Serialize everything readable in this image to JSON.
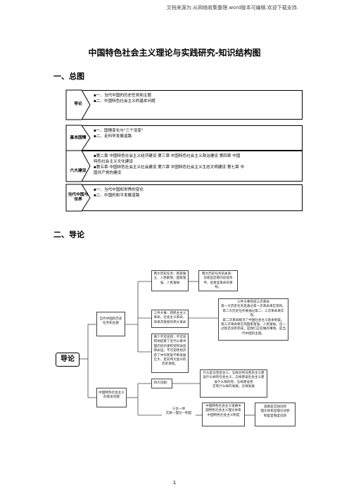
{
  "header_note": "文档来源为:从网络收集整理.word版本可编辑.欢迎下载支持.",
  "title": "中国特色社会主义理论与实践研究-知识结构图",
  "section1": "一、总图",
  "section2": "二、导论",
  "overview": [
    {
      "tag": "导论",
      "lines": [
        "▪一、当代中国的历史任务和主题",
        "▪二、中国特色社会主义的基本问题"
      ]
    },
    {
      "tag": "基本国情",
      "lines": [
        "▪一、国情变化与\"三个没变\"",
        "▪二、走科学发展道路"
      ]
    },
    {
      "tag": "六大建设",
      "lines": [
        "▪第二章 中国特色社会主义经济建设        第三章 中国特色社会主义政治建设        第四章 中国",
        "  特色社会主义文化建设",
        "▪第五章 中国特色社会主义社会建设        第六章 中国特色社会主义生态文明建设        第七章 中",
        "  国共产党的建设"
      ]
    },
    {
      "tag": "当代中国与世界",
      "lines": [
        "▪一、当代中国和世界的变化",
        "▪二、中国的和平发展道路"
      ]
    }
  ],
  "tree": {
    "root": "导论",
    "branch1": "当代中国的历史任务和主题",
    "branch2": "中国特色社会主义的基本问题",
    "b1_a": "两大历史任务：民族独立、人民解放；国家富强、人民富裕",
    "b1_a_r": "两大历史任务的关系：前者是后者的前提条件，后者是革命的目标。",
    "b1_b": "三件大事：新民主主义革命，社会主义革命，改革开放新的伟大革命",
    "b1_b_r": [
      "三件大事完成三次革命",
      "第一大历史任务是通过第一次革命来实现的。",
      "第二大历史任务要通过第二、三次革命来实现。",
      "第二次革命解决了中国社会主义基本制度。",
      "第三次革命要实现国家富强、人民富裕。这一过程还没有完成，是我们正在做的事情。是当代中国的主题。"
    ],
    "b1_c": "两个不可逆转：不可逆转地结束了近代以来中国内忧外患积贫积弱悲惨命运，不可逆转地开启了中华民族不断发展壮大、走向伟大复兴的历史进程。",
    "b2_a": "四大问题：",
    "b2_a_r": [
      "什么是马克思主义，怎样对待马克思主义建设什么样的社会主义，怎样建设社会主义建设什么样的党，怎样建设党",
      "实现什么样的发展，怎样发展"
    ],
    "b2_b": [
      "三位一体",
      "实质—理论—制度"
    ],
    "b2_b_r": "中国特色社会主义道路中国特色社会主义理论体系中国特色社会主义制度",
    "b2_b_rr": [
      "道路是实践创新",
      "理论体系是理论创新",
      "制度是制度创新"
    ]
  },
  "page_number": "1"
}
